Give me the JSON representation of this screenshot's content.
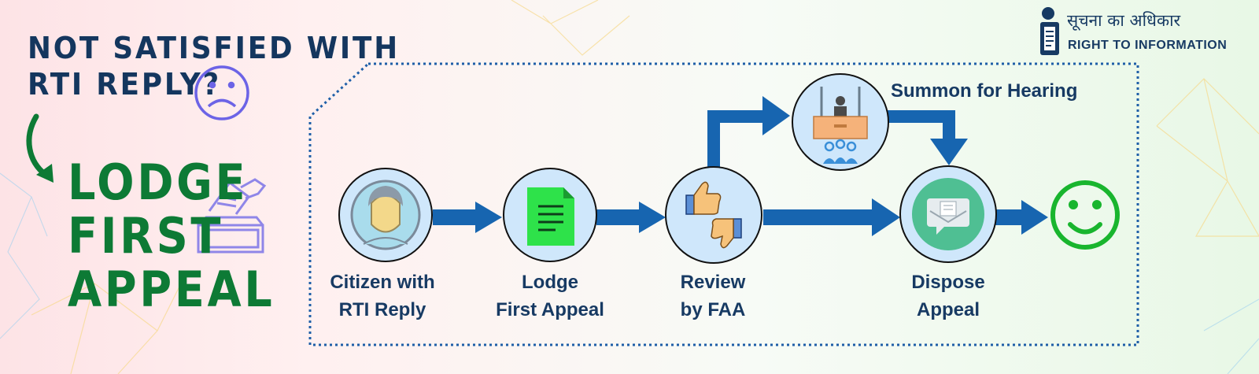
{
  "headline": {
    "line1": "NOT SATISFIED WITH",
    "line2": "RTI REPLY?"
  },
  "cta": {
    "line1": "LODGE",
    "line2": "FIRST",
    "line3": "APPEAL"
  },
  "brand": {
    "hindi": "सूचना का अधिकार",
    "english": "RIGHT TO INFORMATION"
  },
  "steps": [
    {
      "line1": "Citizen with",
      "line2": "RTI Reply",
      "icon": "citizen-icon"
    },
    {
      "line1": "Lodge",
      "line2": "First Appeal",
      "icon": "document-icon"
    },
    {
      "line1": "Review",
      "line2": "by FAA",
      "icon": "thumbs-up-down-icon"
    },
    {
      "line1": "Dispose",
      "line2": "Appeal",
      "icon": "message-icon"
    }
  ],
  "branch": {
    "label": "Summon for Hearing",
    "icon": "hearing-icon"
  },
  "outcome": {
    "icon": "smiley-icon"
  },
  "colors": {
    "navy": "#173a63",
    "green": "#0d7a35",
    "arrow": "#1765b0",
    "node_fill": "#cfe7fb",
    "sad_face": "#6c63e6"
  }
}
